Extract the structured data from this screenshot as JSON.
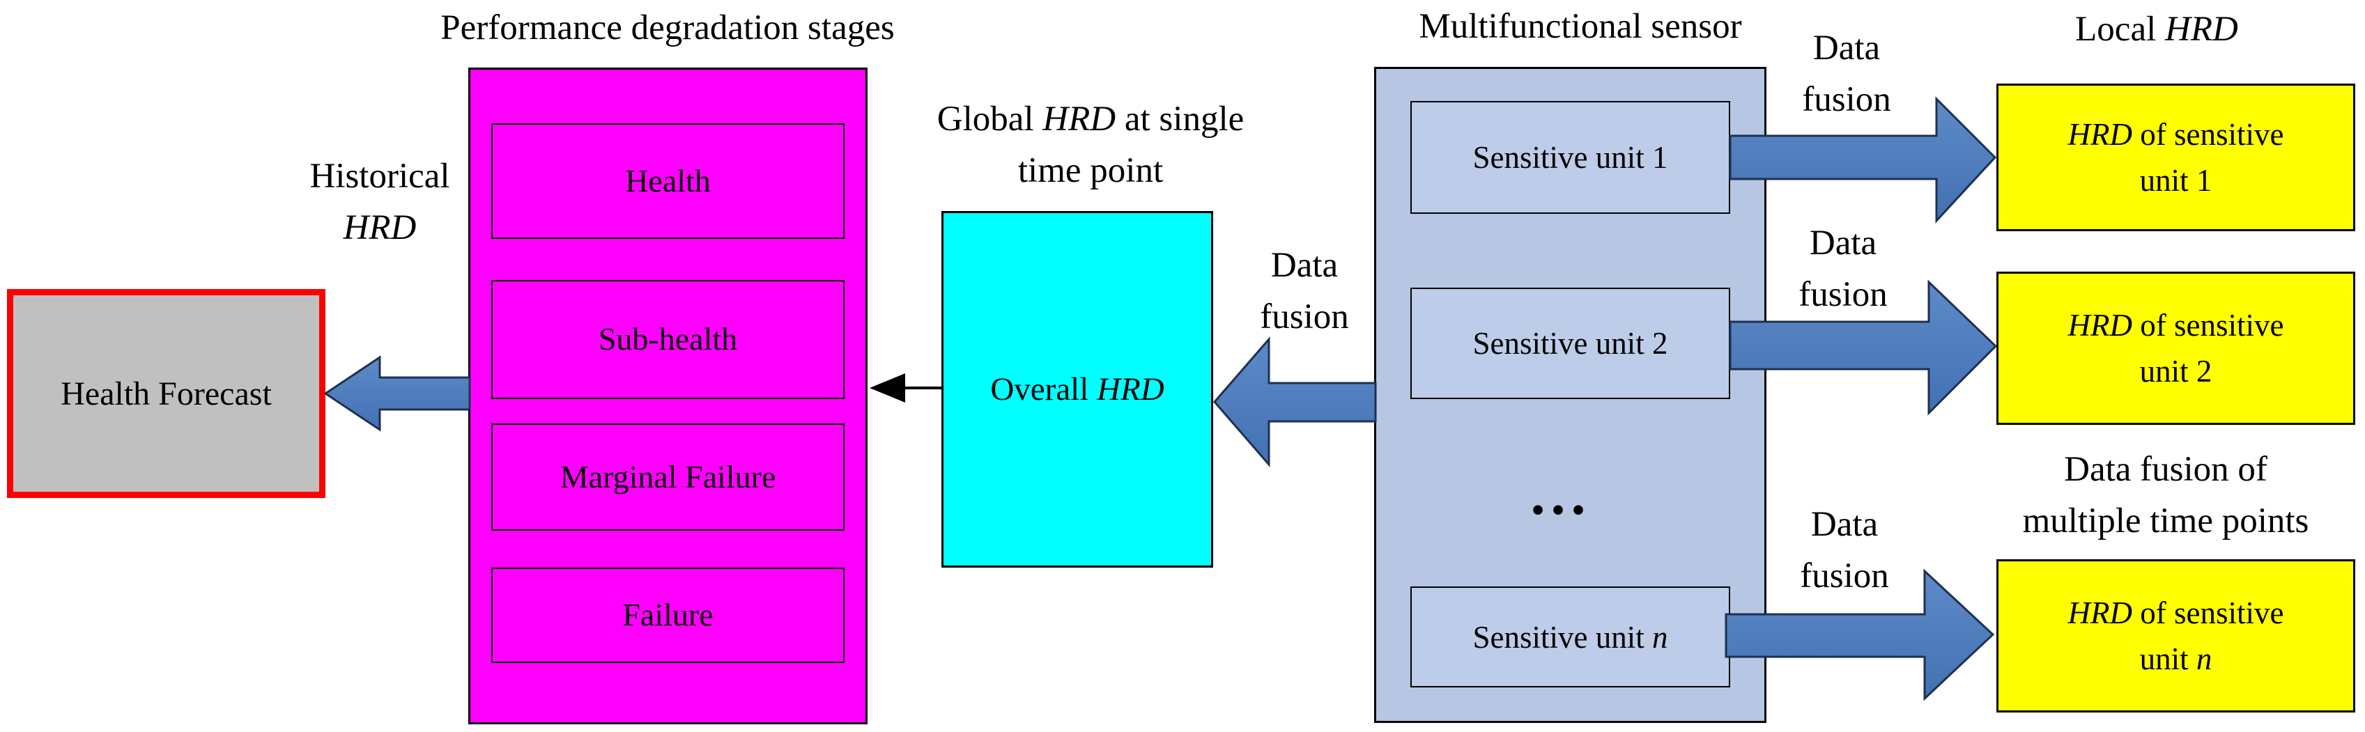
{
  "colors": {
    "stage_magenta": "#ff00ff",
    "overall_cyan": "#00ffff",
    "hrd_yellow": "#ffff00",
    "forecast_gray": "#c0c0c0",
    "forecast_border_red": "#ff0000",
    "sensor_blue": "#b7c6e3",
    "unit_blue": "#bdcce8",
    "arrow_blue_light": "#5e8ac8",
    "arrow_blue_dark": "#4271b2",
    "arrow_outline": "#1f3050",
    "text": "#000000"
  },
  "health_forecast": {
    "label": "Health Forecast"
  },
  "degradation": {
    "title": "Performance degradation stages",
    "stages": [
      "Health",
      "Sub-health",
      "Marginal Failure",
      "Failure"
    ]
  },
  "overall": {
    "segments": [
      {
        "t": "Overall "
      },
      {
        "t": "HRD",
        "i": true
      }
    ]
  },
  "sensor": {
    "title": "Multifunctional sensor",
    "units": [
      [
        {
          "t": "Sensitive unit 1"
        }
      ],
      [
        {
          "t": "Sensitive unit 2"
        }
      ],
      [
        {
          "t": "Sensitive unit "
        },
        {
          "t": "n",
          "i": true
        }
      ]
    ],
    "ellipsis": "..."
  },
  "hrd_boxes": [
    {
      "line1": [
        {
          "t": "HRD",
          "i": true
        },
        {
          "t": " of sensitive"
        }
      ],
      "line2": [
        {
          "t": "unit 1"
        }
      ]
    },
    {
      "line1": [
        {
          "t": "HRD",
          "i": true
        },
        {
          "t": " of sensitive"
        }
      ],
      "line2": [
        {
          "t": "unit 2"
        }
      ]
    },
    {
      "line1": [
        {
          "t": "HRD",
          "i": true
        },
        {
          "t": " of sensitive"
        }
      ],
      "line2": [
        {
          "t": "unit "
        },
        {
          "t": "n",
          "i": true
        }
      ]
    }
  ],
  "labels": {
    "historical": {
      "lines": [
        [
          {
            "t": "Historical"
          }
        ],
        [
          {
            "t": "HRD",
            "i": true
          }
        ]
      ]
    },
    "global": {
      "lines": [
        [
          {
            "t": "Global "
          },
          {
            "t": "HRD",
            "i": true
          },
          {
            "t": " at single"
          }
        ],
        [
          {
            "t": "time point"
          }
        ]
      ]
    },
    "fusion_mid": {
      "lines": [
        [
          {
            "t": "Data"
          }
        ],
        [
          {
            "t": "fusion"
          }
        ]
      ]
    },
    "fusion_1": {
      "lines": [
        [
          {
            "t": "Data"
          }
        ],
        [
          {
            "t": "fusion"
          }
        ]
      ]
    },
    "fusion_2": {
      "lines": [
        [
          {
            "t": "Data"
          }
        ],
        [
          {
            "t": "fusion"
          }
        ]
      ]
    },
    "fusion_3": {
      "lines": [
        [
          {
            "t": "Data"
          }
        ],
        [
          {
            "t": "fusion"
          }
        ]
      ]
    },
    "local": {
      "lines": [
        [
          {
            "t": "Local "
          },
          {
            "t": "HRD",
            "i": true
          }
        ]
      ]
    },
    "multi": {
      "lines": [
        [
          {
            "t": "Data fusion of"
          }
        ],
        [
          {
            "t": "multiple time points"
          }
        ]
      ]
    }
  }
}
